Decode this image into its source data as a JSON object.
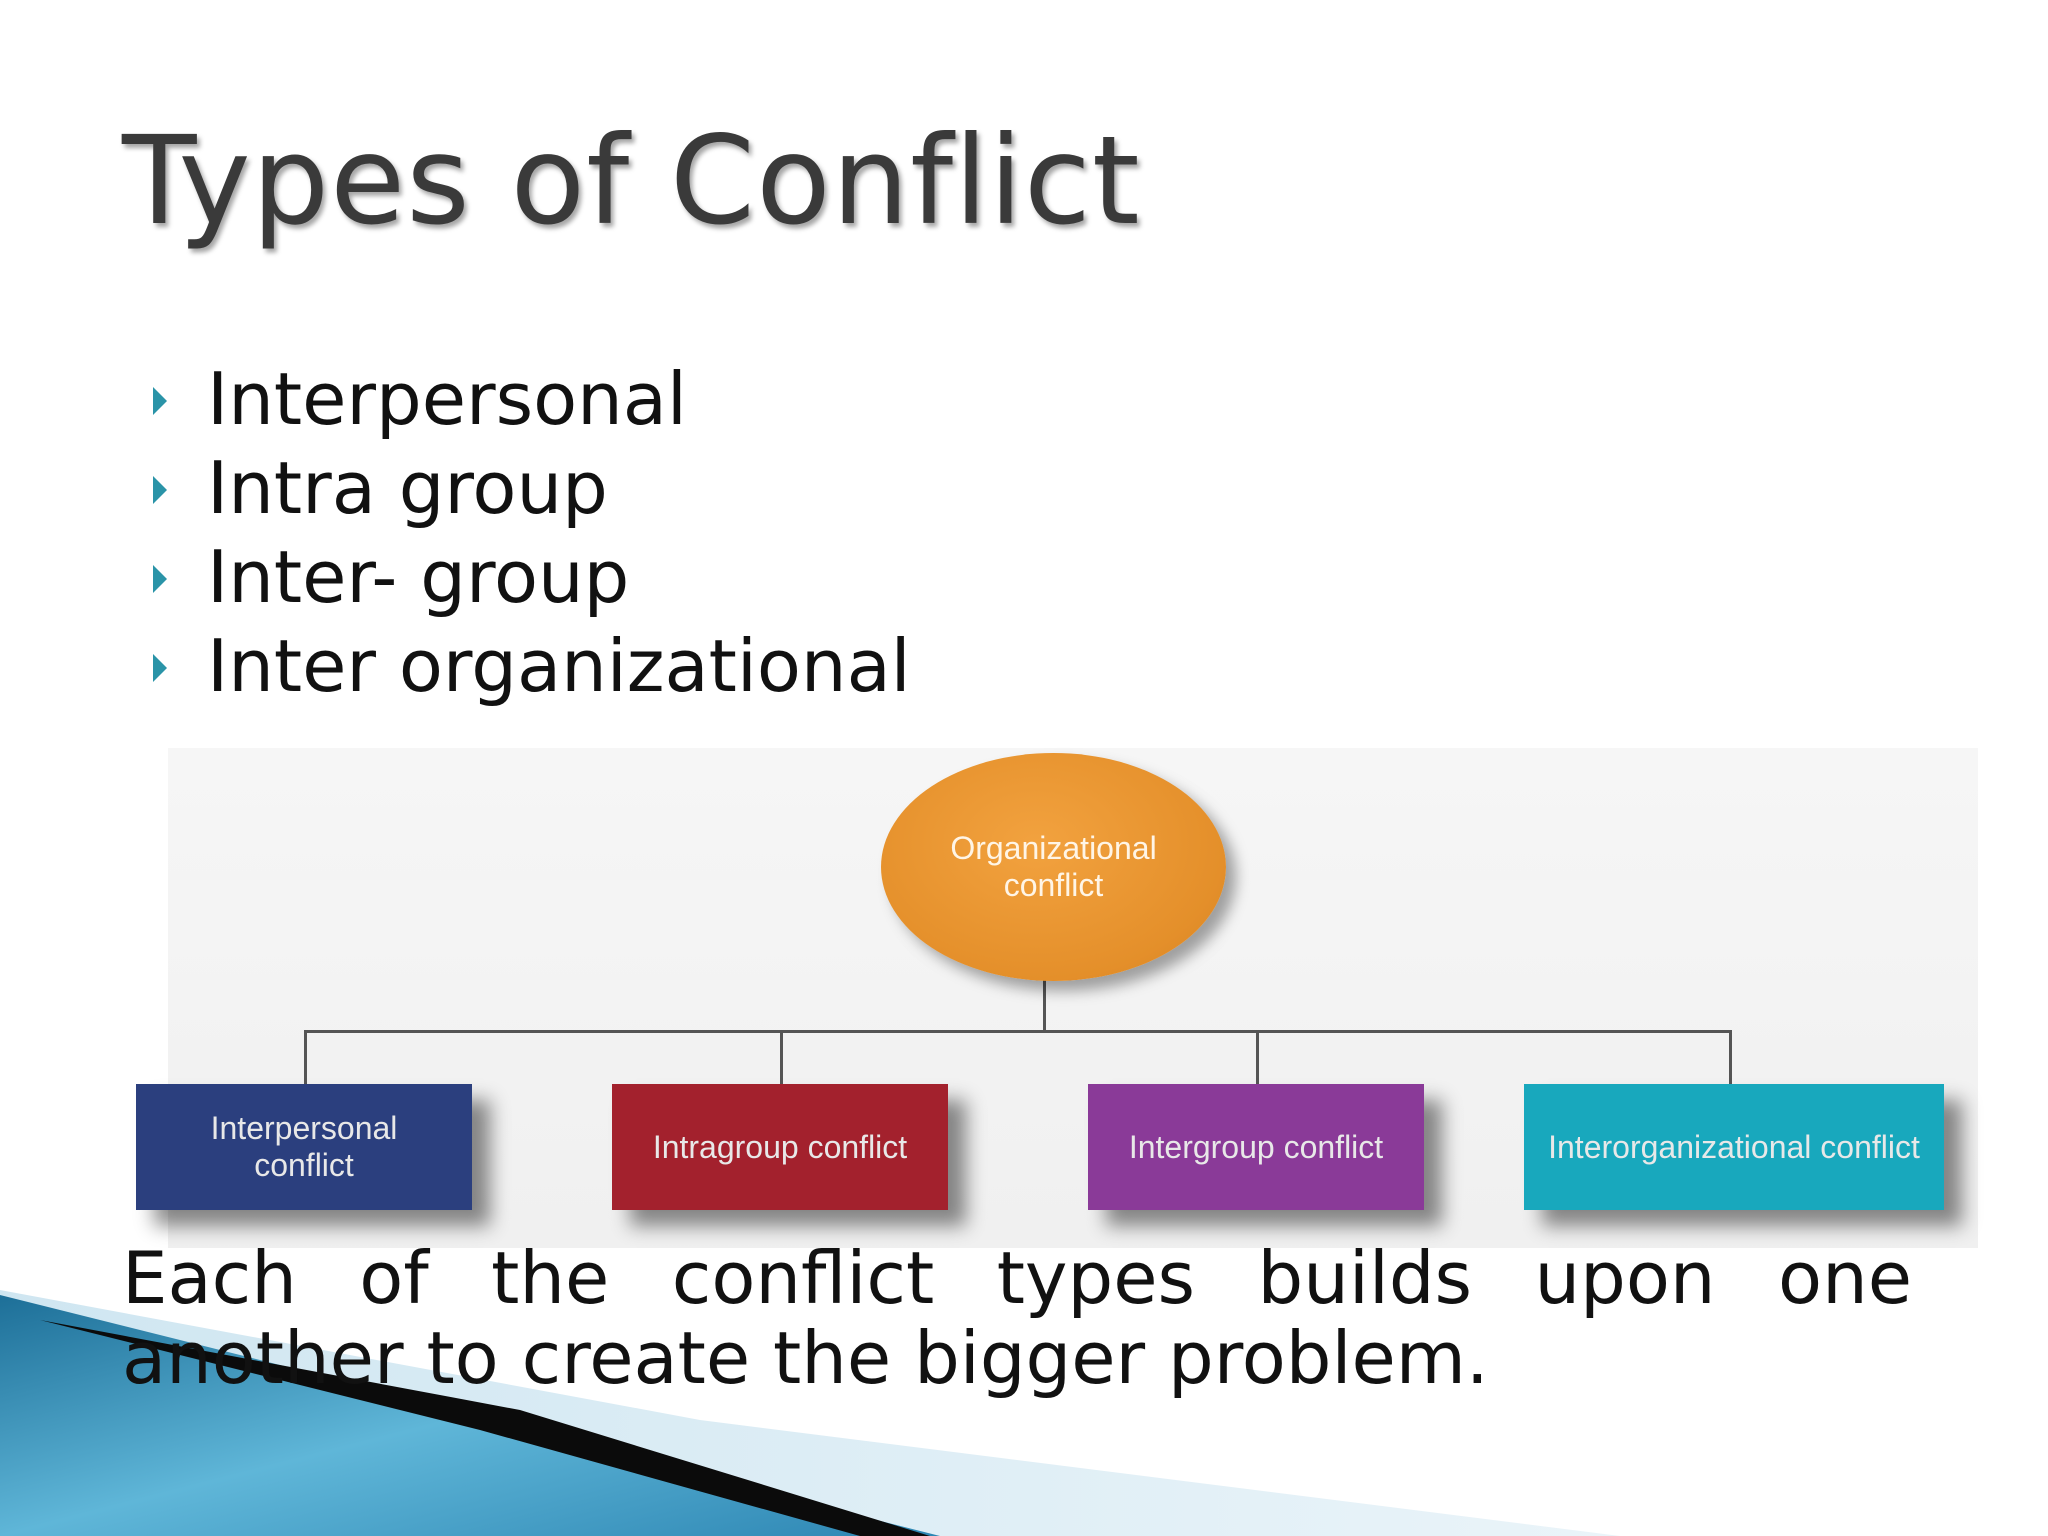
{
  "slide": {
    "title": "Types of Conflict",
    "bullets": [
      "Interpersonal",
      "Intra group",
      "Inter- group",
      "Inter organizational"
    ],
    "summary": "Each of the conflict types builds upon one another to create the bigger problem."
  },
  "diagram": {
    "root": {
      "label": "Organizational conflict",
      "color": "#e48f2a"
    },
    "children": [
      {
        "label": "Interpersonal conflict",
        "color": "#2b3f7e"
      },
      {
        "label": "Intragroup conflict",
        "color": "#a3212d"
      },
      {
        "label": "Intergroup conflict",
        "color": "#8a3a98"
      },
      {
        "label": "Interorganizational conflict",
        "color": "#18a8bd"
      }
    ]
  },
  "theme": {
    "bullet_color": "#2a94a8",
    "accent_blue": "#2e8fc0"
  }
}
